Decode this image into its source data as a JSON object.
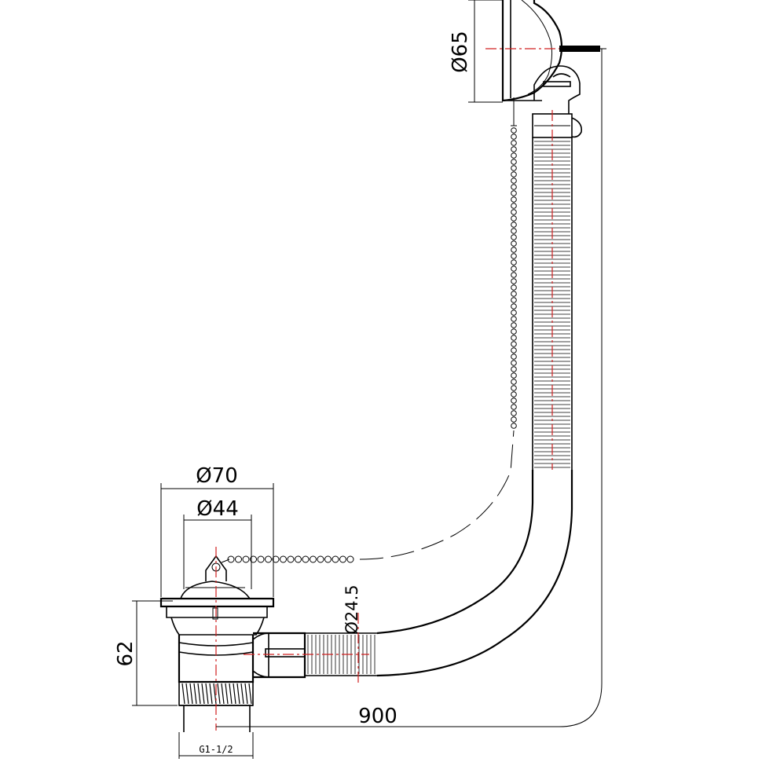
{
  "dimensions": {
    "stopper_diameter": "Ø70",
    "inner_diameter": "Ø44",
    "overflow_diameter": "Ø65",
    "hose_diameter": "Ø24.5",
    "height": "62",
    "length": "900",
    "thread": "G1-1/2"
  },
  "colors": {
    "line": "#000000",
    "centerline": "#d02020"
  }
}
